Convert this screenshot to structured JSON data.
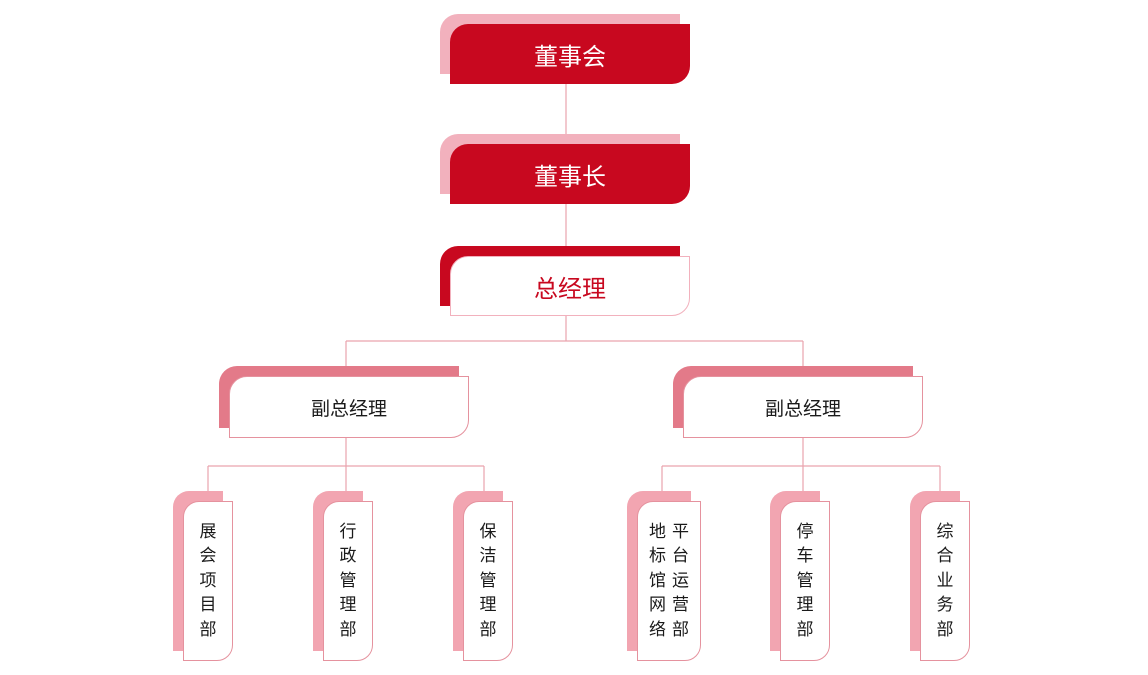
{
  "board": {
    "label": "董事会"
  },
  "chairman": {
    "label": "董事长"
  },
  "general_manager": {
    "label": "总经理"
  },
  "deputies": [
    {
      "label": "副总经理"
    },
    {
      "label": "副总经理"
    }
  ],
  "units": [
    {
      "lines": [
        "展会项目部"
      ]
    },
    {
      "lines": [
        "行政管理部"
      ]
    },
    {
      "lines": [
        "保洁管理部"
      ]
    },
    {
      "lines": [
        "地标馆网络",
        "平台运营部"
      ]
    },
    {
      "lines": [
        "停车管理部"
      ]
    },
    {
      "lines": [
        "综合业务部"
      ]
    }
  ],
  "colors": {
    "primary_red": "#c8081f",
    "light_pink": "#f2b1bd",
    "mid_pink": "#e37a89",
    "connector": "#e9a3ae"
  }
}
